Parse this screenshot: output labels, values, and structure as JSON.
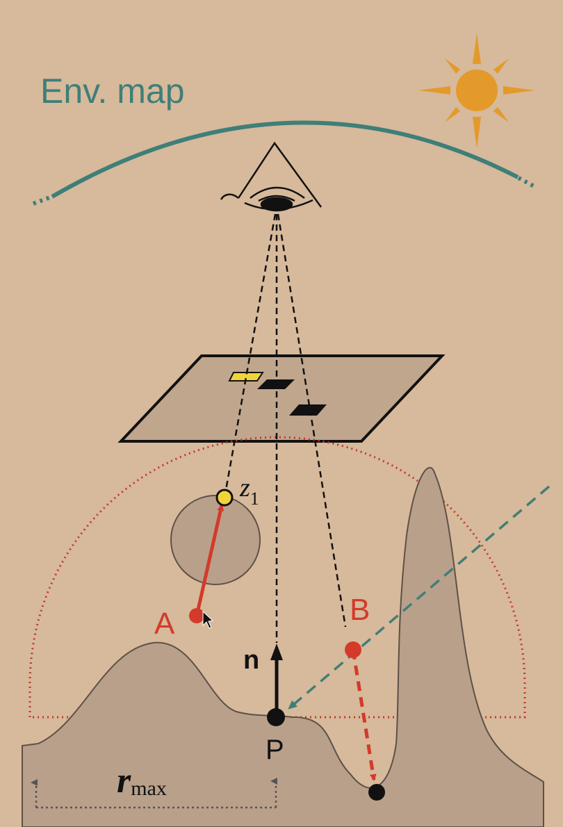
{
  "labels": {
    "env_map": "Env. map",
    "z_main": "z",
    "z_sub": "1",
    "point_a": "A",
    "point_b": "B",
    "normal": "n",
    "point_p": "P",
    "r_main": "r",
    "r_sub": "max"
  },
  "colors": {
    "background": "#d7b99b",
    "env_arc": "#3e7f78",
    "sun": "#e39a2a",
    "red": "#d33a2a",
    "terrain": "#b9a08b",
    "yellow": "#f1d43a"
  }
}
